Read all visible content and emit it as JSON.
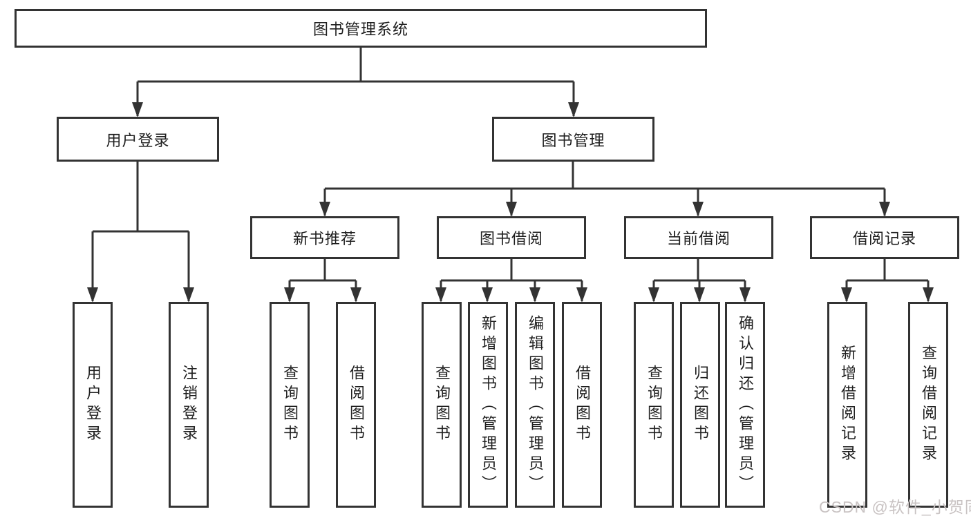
{
  "tree": {
    "label": "图书管理系统",
    "children": [
      {
        "label": "用户登录",
        "children": [
          {
            "label": "用户登录"
          },
          {
            "label": "注销登录"
          }
        ]
      },
      {
        "label": "图书管理",
        "children": [
          {
            "label": "新书推荐",
            "children": [
              {
                "label": "查询图书"
              },
              {
                "label": "借阅图书"
              }
            ]
          },
          {
            "label": "图书借阅",
            "children": [
              {
                "label": "查询图书"
              },
              {
                "label": "新增图书（管理员）"
              },
              {
                "label": "编辑图书（管理员）"
              },
              {
                "label": "借阅图书"
              }
            ]
          },
          {
            "label": "当前借阅",
            "children": [
              {
                "label": "查询图书"
              },
              {
                "label": "归还图书"
              },
              {
                "label": "确认归还（管理员）"
              }
            ]
          },
          {
            "label": "借阅记录",
            "children": [
              {
                "label": "新增借阅记录"
              },
              {
                "label": "查询借阅记录"
              }
            ]
          }
        ]
      }
    ]
  },
  "watermark": {
    "text": "CSDN @软件_小贺同学"
  },
  "colors": {
    "line": "#333333",
    "box_border": "#333333",
    "box_background": "#ffffff",
    "text": "#1f1f1f",
    "watermark_text": "#c9c3c3",
    "page_background": "#ffffff"
  }
}
